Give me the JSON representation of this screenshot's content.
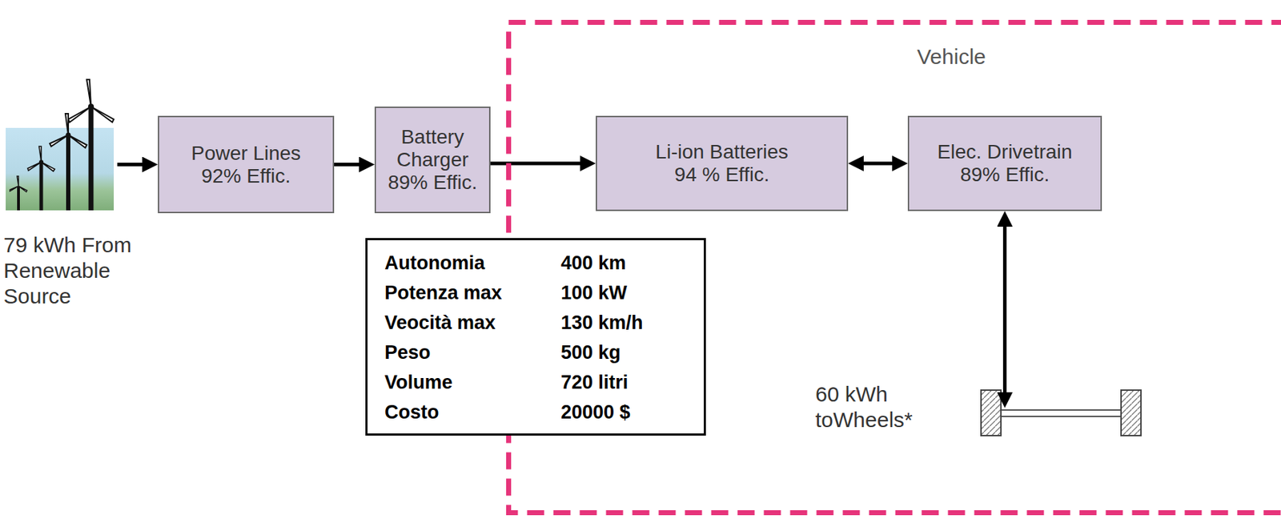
{
  "diagram": {
    "nodes": [
      {
        "text": [
          "79 kWh From Renewable Source"
        ]
      },
      {
        "text": [
          "Power Lines",
          "92% Effic."
        ]
      },
      {
        "text": [
          "Battery Charger",
          "89% Effic."
        ]
      },
      {
        "text": [
          "Vehicle"
        ]
      },
      {
        "text": [
          "Li-ion Batteries",
          "94 % Effic."
        ],
        "in": 3
      },
      {
        "text": [
          "Elec. Drivetrain",
          "89% Effic."
        ],
        "in": 3
      },
      {
        "text": [
          "Autonomia",
          "400 km",
          "Potenza max",
          "100 kW",
          "Veocità max",
          "130 km/h",
          "Peso",
          "500 kg",
          "Volume",
          "720 litri",
          "Costo",
          "20000 $"
        ]
      },
      {
        "text": [
          "60 kWh toWheels*"
        ],
        "in": 3
      }
    ],
    "edges": [
      {
        "from": 0,
        "to": 1,
        "arrow": "to"
      },
      {
        "from": 1,
        "to": 2,
        "arrow": "to"
      },
      {
        "from": 2,
        "to": 4,
        "arrow": "to"
      },
      {
        "from": 4,
        "to": 5,
        "arrow": "both"
      },
      {
        "from": 5,
        "to": 7,
        "arrow": "both"
      }
    ]
  }
}
